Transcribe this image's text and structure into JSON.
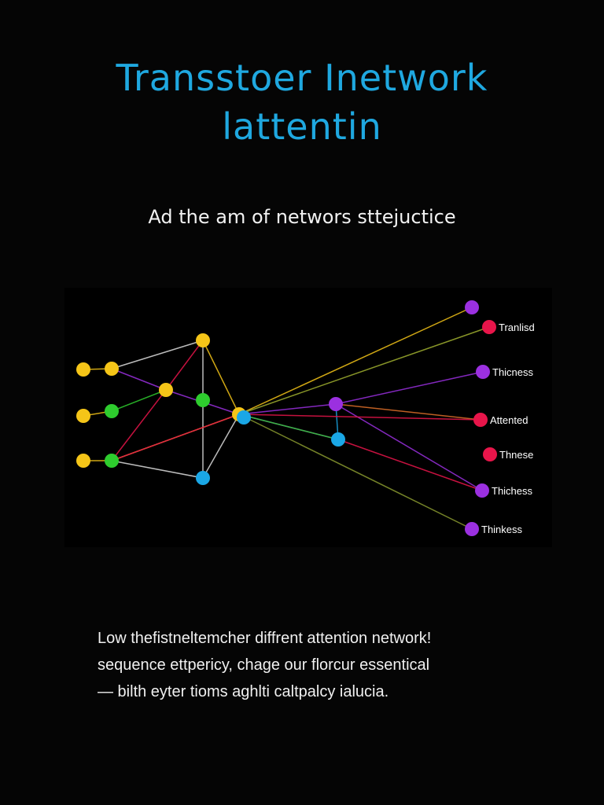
{
  "title": {
    "line1": "Transstoer Inetwork",
    "line2": "lattentin"
  },
  "subtitle": "Ad the am of networs sttejuctice",
  "diagram": {
    "labels": [
      "Tranlisd",
      "Thicness",
      "Attented",
      "Thnese",
      "Thichess",
      "Thinkess"
    ],
    "colors": {
      "yellow": "#f5c518",
      "green": "#2ecc2e",
      "cyan": "#1aa7e6",
      "purple": "#9b30e0",
      "red": "#e8154a",
      "background": "#000000",
      "title": "#1fa8e0"
    }
  },
  "body": {
    "line1": "Low thefistneltemcher diffrent attention network!",
    "line2": "sequence ettpericy, chage our florcur essentical",
    "line3": "— bilth eyter tioms aghlti caltpalcy ialucia."
  }
}
